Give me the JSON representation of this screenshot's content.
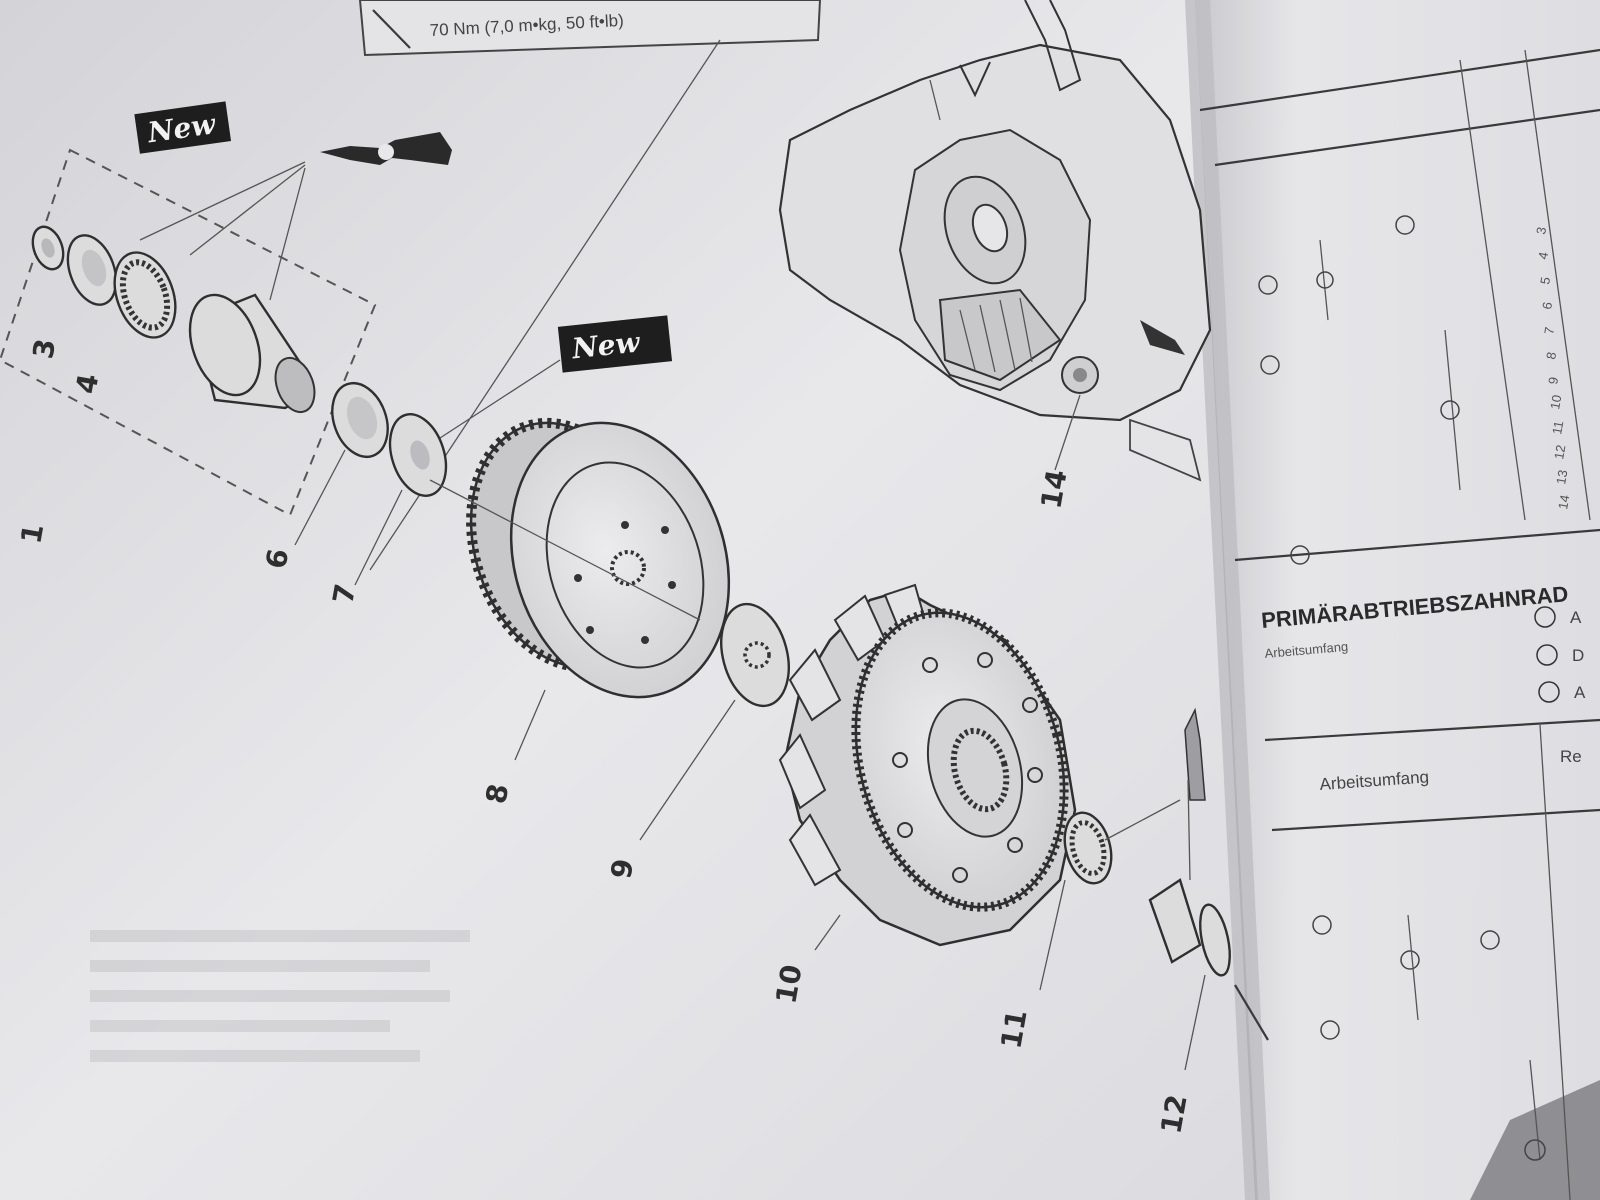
{
  "callouts": {
    "n1": "1",
    "n3": "3",
    "n4": "4",
    "n6": "6",
    "n7": "7",
    "n8": "8",
    "n9": "9",
    "n10": "10",
    "n11": "11",
    "n12": "12",
    "n14": "14"
  },
  "badges": {
    "new_top": "New",
    "new_mid": "New"
  },
  "torque_label": "70 Nm (7,0 m•kg, 50 ft•lb)",
  "right_page": {
    "section_heading": "PRIMÄRABTRIEBSZAHNRAD",
    "subheading": "Arbeitsumfang",
    "circle_items": [
      "A",
      "D",
      "A"
    ],
    "table_header": "Arbeitsumfang",
    "table_header_right": "Re",
    "numbers": [
      "3",
      "4",
      "5",
      "6",
      "7",
      "8",
      "9",
      "10",
      "11",
      "12",
      "13",
      "14"
    ]
  },
  "colors": {
    "paper": "#e9e9ec",
    "ink": "#2e2e2e",
    "shadow": "#8e8e93"
  }
}
